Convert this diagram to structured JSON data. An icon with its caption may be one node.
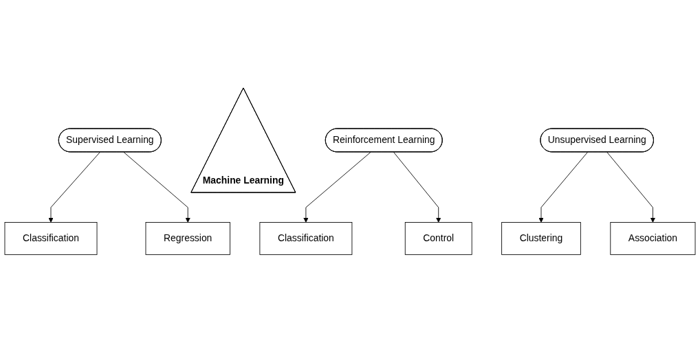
{
  "diagram": {
    "nodes": [
      {
        "text": [
          "Classification"
        ]
      },
      {
        "text": [
          "Regression"
        ]
      },
      {
        "text": [
          "Supervised Learning"
        ]
      },
      {
        "text": [
          "Machine Learning"
        ]
      },
      {
        "text": [
          "Classification"
        ]
      },
      {
        "text": [
          "Reinforcement Learning"
        ]
      },
      {
        "text": [
          "Unsupervised Learning"
        ]
      },
      {
        "text": [
          "Clustering"
        ]
      },
      {
        "text": [
          "Control"
        ]
      },
      {
        "text": [
          "Association"
        ]
      }
    ],
    "edges": [
      {
        "from": 2,
        "to": 0,
        "arrow": "to"
      },
      {
        "from": 2,
        "to": 1,
        "arrow": "to"
      },
      {
        "from": 5,
        "to": 4,
        "arrow": "to"
      },
      {
        "from": 5,
        "to": 8,
        "arrow": "to"
      },
      {
        "from": 6,
        "to": 7,
        "arrow": "to"
      },
      {
        "from": 6,
        "to": 9,
        "arrow": "to"
      }
    ]
  }
}
